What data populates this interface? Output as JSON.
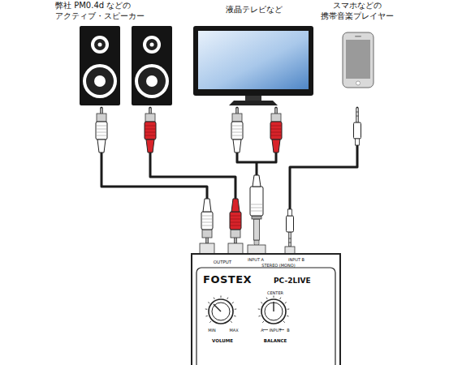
{
  "diagram": {
    "nodes": [
      {
        "text": [
          "弊社 PM0.4d などの アクティブ・スピーカー"
        ]
      },
      {
        "text": [
          "液晶テレビなど"
        ]
      },
      {
        "text": [
          "スマホなどの 携帯音楽プレイヤー"
        ]
      },
      {
        "text": [
          "OUTPUT",
          "INPUT A",
          "STEREO (MONO)",
          "INPUT B",
          "FOSTEX",
          "PC-2LIVE",
          "CENTER",
          "MIN",
          "MAX",
          "VOLUME",
          "A",
          "INPUT",
          "B",
          "BALANCE"
        ]
      }
    ],
    "edges": [
      {
        "from": 1,
        "to": 3,
        "arrow": "none"
      },
      {
        "from": 2,
        "to": 3,
        "arrow": "none"
      },
      {
        "from": 3,
        "to": 0,
        "arrow": "none"
      }
    ]
  }
}
